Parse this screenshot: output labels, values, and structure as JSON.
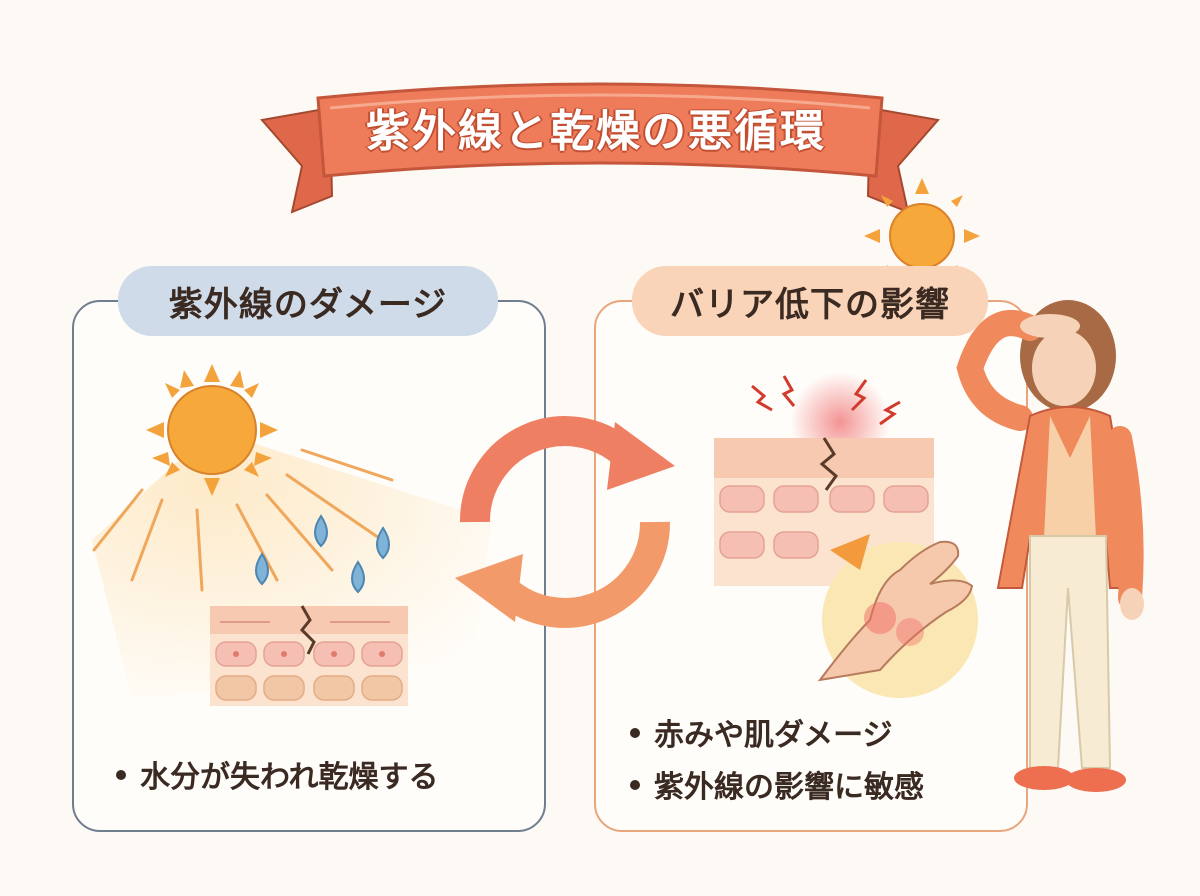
{
  "title": "紫外線と乾燥の悪循環",
  "left_panel": {
    "heading": "紫外線のダメージ",
    "bullets": [
      "水分が失われ乾燥する"
    ]
  },
  "right_panel": {
    "heading": "バリア低下の影響",
    "bullets": [
      "赤みや肌ダメージ",
      "紫外線の影響に敏感"
    ]
  },
  "colors": {
    "banner": "#ee7b5a",
    "left_border": "#6f7f8f",
    "right_border": "#e9a57c",
    "left_pill": "#cfdbe9",
    "right_pill": "#f9d4b8",
    "cycle_arrow": "#ef7f62",
    "sun": "#f4a23c"
  },
  "icons": [
    "sun-icon",
    "water-drop-icon",
    "skin-layer-icon",
    "cracked-skin-icon",
    "cycle-arrows-icon",
    "irritated-hand-icon",
    "woman-figure"
  ]
}
